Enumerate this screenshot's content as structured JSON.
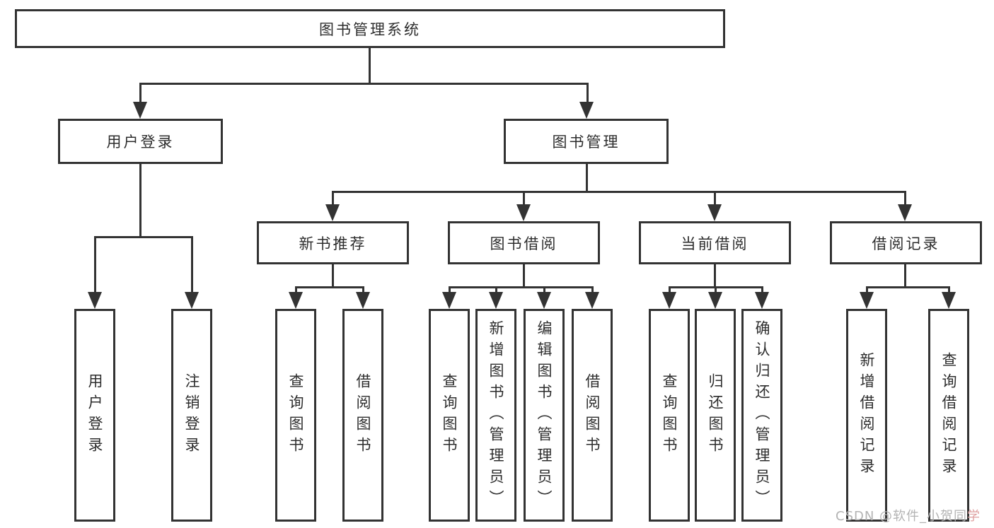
{
  "diagram": {
    "type": "tree",
    "title": "图书管理系统",
    "background": "#ffffff"
  },
  "colors": {
    "line": "#333333",
    "box_border": "#333333",
    "text": "#2d2d2d",
    "watermark": "#b3b3b3",
    "watermark_accent": "#dfa0a0"
  },
  "nodes": {
    "root": "图书管理系统",
    "user_login": "用户登录",
    "book_mgmt": "图书管理",
    "new_books": "新书推荐",
    "book_borrow": "图书借阅",
    "current_borrow": "当前借阅",
    "borrow_records": "借阅记录",
    "leaf_user_login": "用户登录",
    "leaf_logout": "注销登录",
    "leaf_nb_search": "查询图书",
    "leaf_nb_borrow": "借阅图书",
    "leaf_bw_search": "查询图书",
    "leaf_bw_add": "新增图书（管理员）",
    "leaf_bw_edit": "编辑图书（管理员）",
    "leaf_bw_borrow": "借阅图书",
    "leaf_cb_search": "查询图书",
    "leaf_cb_return": "归还图书",
    "leaf_cb_confirm": "确认归还（管理员）",
    "leaf_rc_add": "新增借阅记录",
    "leaf_rc_search": "查询借阅记录"
  },
  "watermark": {
    "text_main": "CSDN @软件_小贺同",
    "text_accent": "学"
  }
}
